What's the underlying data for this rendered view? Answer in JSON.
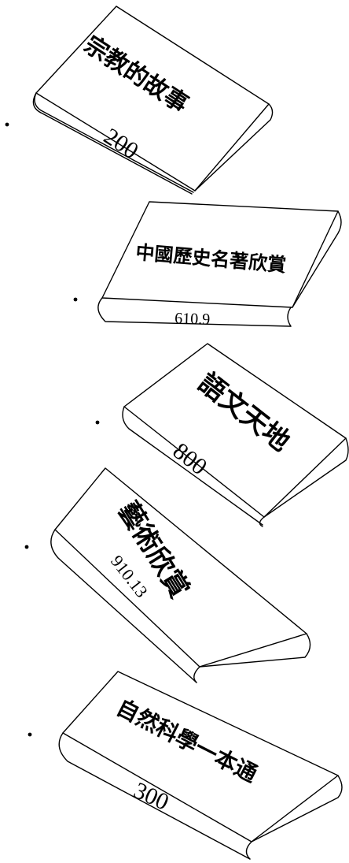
{
  "books": [
    {
      "title": "宗教的故事",
      "code": "200"
    },
    {
      "title": "中國歷史名著欣賞",
      "code": "610.9"
    },
    {
      "title": "語文天地",
      "code": "800"
    },
    {
      "title": "藝術欣賞",
      "code": "910.13"
    },
    {
      "title": "自然科學一本通",
      "code": "300"
    }
  ]
}
